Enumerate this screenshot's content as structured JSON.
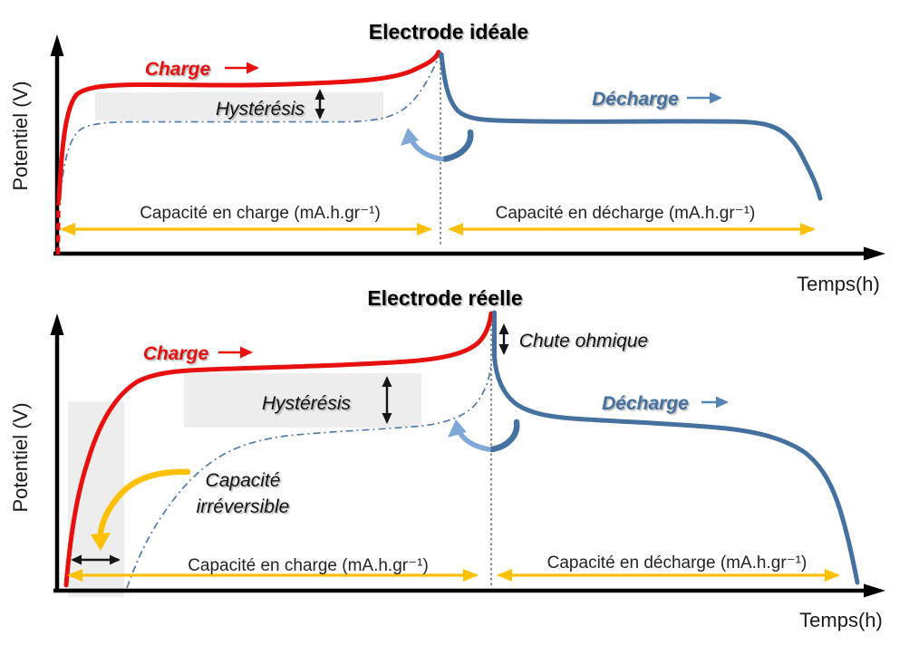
{
  "colors": {
    "charge_red": "#e8100e",
    "discharge_blue": "#44719f",
    "flip_arrow_light_blue": "#7fa8d8",
    "capacity_gold": "#fec000",
    "band_gray": "#ededed",
    "axis_black": "#000000"
  },
  "panels": {
    "ideal": {
      "title": "Electrode idéale",
      "y_label": "Potentiel (V)",
      "x_label": "Temps(h)",
      "charge": "Charge",
      "discharge": "Décharge",
      "hysteresis": "Hystérésis",
      "cap_charge": "Capacité en charge (mA.h.gr⁻¹)",
      "cap_discharge": "Capacité en décharge (mA.h.gr⁻¹)"
    },
    "real": {
      "title": "Electrode réelle",
      "y_label": "Potentiel (V)",
      "x_label": "Temps(h)",
      "charge": "Charge",
      "discharge": "Décharge",
      "hysteresis": "Hystérésis",
      "ohmic_drop": "Chute ohmique",
      "irrev_line1": "Capacité",
      "irrev_line2": "irréversible",
      "cap_charge": "Capacité en charge (mA.h.gr⁻¹)",
      "cap_discharge": "Capacité en décharge (mA.h.gr⁻¹)"
    }
  }
}
